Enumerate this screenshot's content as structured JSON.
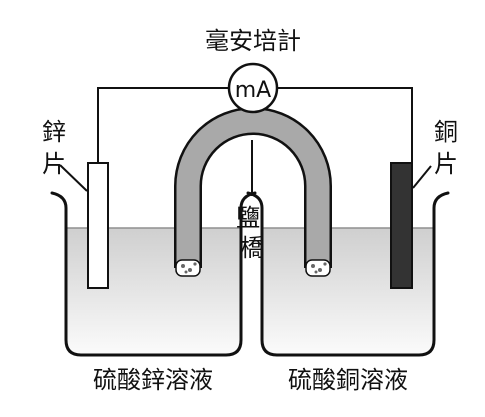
{
  "labels": {
    "meter": "毫安培計",
    "meter_unit": "mA",
    "zinc_plate": "鋅片",
    "copper_plate": "銅片",
    "salt_bridge": "鹽橋",
    "zinc_solution": "硫酸鋅溶液",
    "copper_solution": "硫酸銅溶液"
  },
  "colors": {
    "line": "#111111",
    "salt_bridge_fill": "#a9a9a9",
    "zinc_electrode": "#ffffff",
    "copper_electrode": "#333333",
    "solution_top": "#cfcfcf",
    "solution_bottom": "#fbfbfb"
  }
}
